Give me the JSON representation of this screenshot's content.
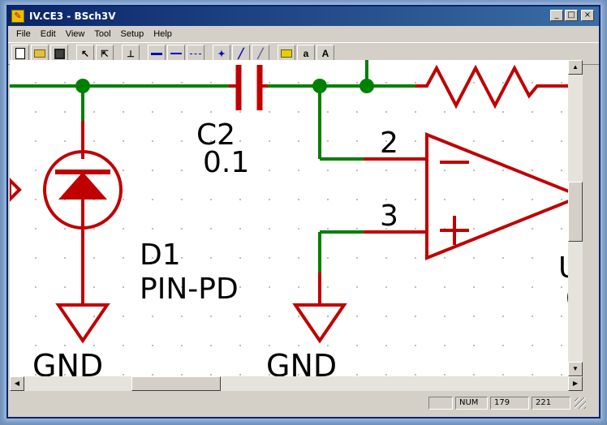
{
  "window": {
    "title": "IV.CE3 - BSch3V",
    "controls": [
      "_",
      "□",
      "×"
    ]
  },
  "menu": [
    "File",
    "Edit",
    "View",
    "Tool",
    "Setup",
    "Help"
  ],
  "toolbar": {
    "buttons": [
      {
        "name": "new-icon",
        "glyph": "□"
      },
      {
        "name": "open-folder-icon",
        "glyph": "📂"
      },
      {
        "name": "save-icon",
        "glyph": "▣"
      },
      {
        "name": "pointer-icon",
        "glyph": "↖"
      },
      {
        "name": "drag-select-icon",
        "glyph": "⇱"
      },
      {
        "name": "component-icon",
        "glyph": "⊥"
      },
      {
        "name": "bus-line-icon",
        "glyph": "━"
      },
      {
        "name": "wire-line-icon",
        "glyph": "─"
      },
      {
        "name": "dash-line-icon",
        "glyph": "┄"
      },
      {
        "name": "junction-icon",
        "glyph": "✦"
      },
      {
        "name": "bus-entry-icon",
        "glyph": "╱"
      },
      {
        "name": "entry-icon",
        "glyph": "╱"
      },
      {
        "name": "tag-icon",
        "glyph": "⊳"
      },
      {
        "name": "label-small-icon",
        "glyph": "a"
      },
      {
        "name": "label-large-icon",
        "glyph": "A"
      }
    ]
  },
  "schematic": {
    "capacitor": {
      "ref": "C2",
      "value": "0.1"
    },
    "diode": {
      "ref": "D1",
      "value": "PIN-PD"
    },
    "opamp": {
      "pin_inverting": "2",
      "pin_noninverting": "3",
      "ref_partial": "U",
      "value_partial": "("
    },
    "ground_labels": [
      "GND",
      "GND"
    ],
    "colors": {
      "component": "#c00000",
      "wire": "#008000",
      "junction": "#008000"
    }
  },
  "status": {
    "num": "NUM",
    "x": "179",
    "y": "221"
  }
}
